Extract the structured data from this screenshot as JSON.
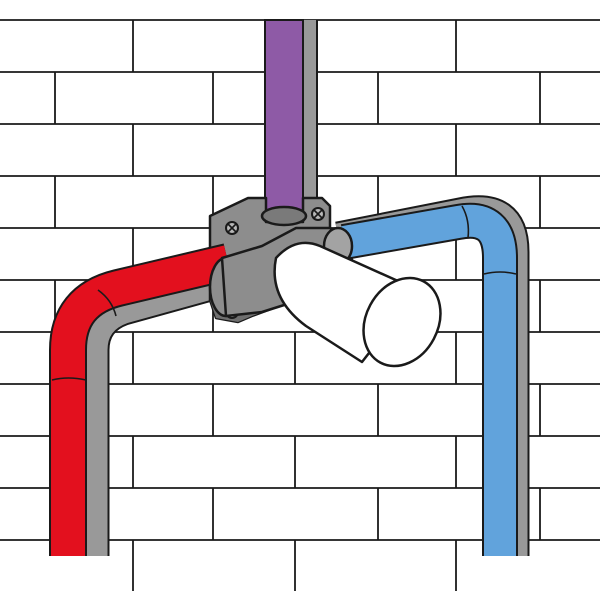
{
  "scene": {
    "components": [
      "brick-wall",
      "purple-supply-pipe",
      "red-hot-water-pipe",
      "blue-cold-water-pipe",
      "wall-mounting-bracket",
      "mixing-valve-body",
      "white-cylinder-cap"
    ]
  },
  "colors": {
    "background": "#ffffff",
    "mortar": "#1a1a1a",
    "outline": "#1a1a1a",
    "conduit_gray": "#999999",
    "purple_pipe": "#8e5aa6",
    "red_pipe": "#e3101e",
    "blue_pipe": "#61a3dc",
    "bracket_gray": "#8d8d8d",
    "cap_white": "#ffffff"
  },
  "icons": {
    "screw": "screw-icon"
  }
}
